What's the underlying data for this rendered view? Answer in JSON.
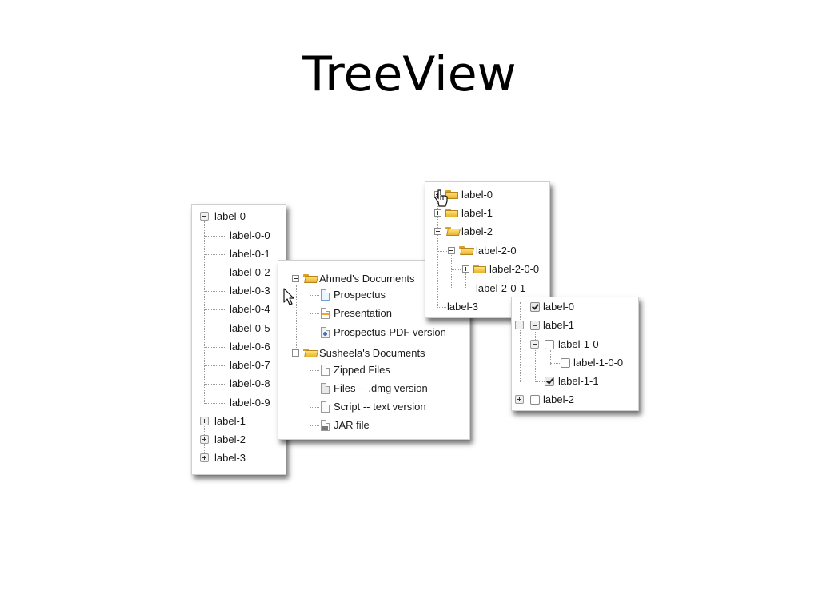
{
  "title": "TreeView",
  "basic_tree": {
    "root": "label-0",
    "children": [
      "label-0-0",
      "label-0-1",
      "label-0-2",
      "label-0-3",
      "label-0-4",
      "label-0-5",
      "label-0-6",
      "label-0-7",
      "label-0-8",
      "label-0-9"
    ],
    "collapsed": [
      "label-1",
      "label-2",
      "label-3"
    ]
  },
  "docs_tree": {
    "group1": "Ahmed's Documents",
    "group1_items": [
      "Prospectus",
      "Presentation",
      "Prospectus-PDF version"
    ],
    "group2": "Susheela's Documents",
    "group2_items": [
      "Zipped Files",
      "Files -- .dmg version",
      "Script -- text version",
      "JAR file"
    ]
  },
  "folder_tree": {
    "items": [
      "label-0",
      "label-1",
      "label-2",
      "label-2-0",
      "label-2-0-0",
      "label-2-0-1",
      "label-3"
    ]
  },
  "check_tree": {
    "items": [
      "label-0",
      "label-1",
      "label-1-0",
      "label-1-0-0",
      "label-1-1",
      "label-2"
    ]
  },
  "colors": {
    "folder": "#e8b42a",
    "line": "#9a9a9a",
    "text": "#1a1a1a"
  },
  "icons": [
    "minus-toggle-icon",
    "plus-toggle-icon",
    "folder-icon",
    "document-icon",
    "checkbox-icon",
    "pointer-cursor-icon",
    "hand-cursor-icon"
  ]
}
